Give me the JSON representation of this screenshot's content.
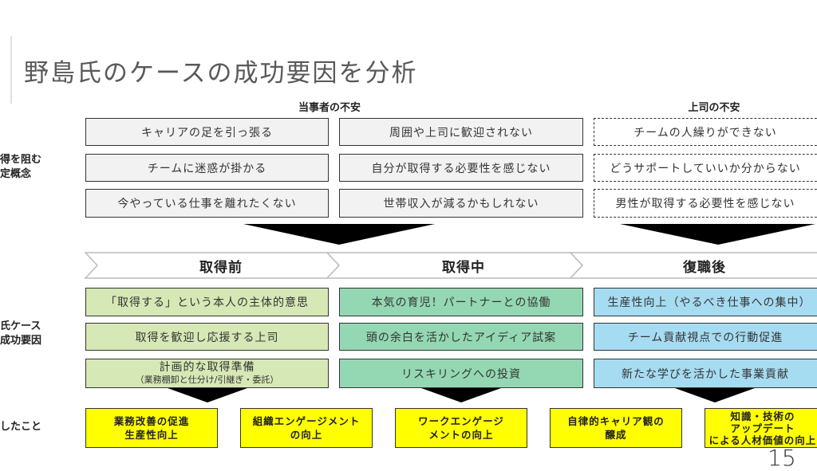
{
  "title": "野島氏のケースの成功要因を分析",
  "headers": {
    "self": "当事者の不安",
    "boss": "上司の不安"
  },
  "side_labels": {
    "row1": [
      "得を阻む",
      "定概念"
    ],
    "row2": [
      "氏ケース",
      "成功要因"
    ],
    "row3": "したこと"
  },
  "concerns": {
    "col1": [
      "キャリアの足を引っ張る",
      "チームに迷惑が掛かる",
      "今やっている仕事を離れたくない"
    ],
    "col2": [
      "周囲や上司に歓迎されない",
      "自分が取得する必要性を感じない",
      "世帯収入が減るかもしれない"
    ],
    "col3": [
      "チームの人繰りができない",
      "どうサポートしていいか分からない",
      "男性が取得する必要性を感じない"
    ]
  },
  "stages": [
    "取得前",
    "取得中",
    "復職後"
  ],
  "factors": {
    "col1": [
      "「取得する」という本人の主体的意思",
      "取得を歓迎し応援する上司",
      "計画的な取得準備",
      "（業務棚卸と仕分け/引継ぎ・委託）"
    ],
    "col2": [
      "本気の育児！パートナーとの協働",
      "頭の余白を活かしたアイディア試案",
      "リスキリングへの投資"
    ],
    "col3": [
      "生産性向上（やるべき仕事への集中）",
      "チーム貢献視点での行動促進",
      "新たな学びを活かした事業貢献"
    ]
  },
  "outcomes": [
    [
      "業務改善の促進",
      "生産性向上"
    ],
    [
      "組織エンゲージメント",
      "の向上"
    ],
    [
      "ワークエンゲージ",
      "メントの向上"
    ],
    [
      "自律的キャリア観の",
      "醸成"
    ],
    [
      "知識・技術の",
      "アップデート",
      "による人材価値の向上"
    ]
  ],
  "page_number": "15",
  "colors": {
    "stage1": "#d6e8b5",
    "stage2": "#93d8b3",
    "stage3": "#a6dcf2",
    "outcome": "#ffff00"
  }
}
